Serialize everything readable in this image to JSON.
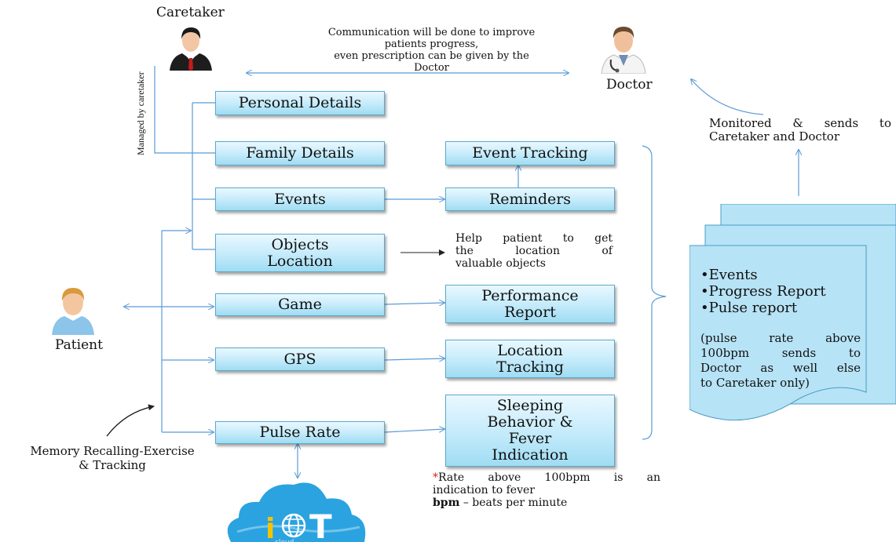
{
  "actors": {
    "caretaker": "Caretaker",
    "doctor": "Doctor",
    "patient": "Patient"
  },
  "communication_note": [
    "Communication will be done to improve",
    "patients progress,",
    "even prescription can be given by the",
    "Doctor"
  ],
  "managed_label": "Managed by caretaker",
  "modules": {
    "personal_details": "Personal Details",
    "family_details": "Family Details",
    "events": "Events",
    "objects_location": [
      "Objects",
      "Location"
    ],
    "game": "Game",
    "gps": "GPS",
    "pulse_rate": "Pulse Rate"
  },
  "outputs": {
    "event_tracking": "Event Tracking",
    "reminders": "Reminders",
    "performance_report": [
      "Performance",
      "Report"
    ],
    "location_tracking": [
      "Location",
      "Tracking"
    ],
    "sleeping": [
      "Sleeping",
      "Behavior &",
      "Fever",
      "Indication"
    ]
  },
  "objects_help": [
    "Help patient to get",
    "the location of",
    "valuable objects"
  ],
  "monitored_note": [
    "Monitored & sends to",
    "Caretaker and Doctor"
  ],
  "report_doc": {
    "bullets": [
      "•Events",
      "•Progress Report",
      "•Pulse report"
    ],
    "note": [
      "(pulse rate above",
      "100bpm sends to",
      "Doctor as well else",
      "to Caretaker only)"
    ]
  },
  "memory_label": [
    "Memory Recalling-Exercise",
    "& Tracking"
  ],
  "footnote": {
    "star": "*",
    "line1a": "Rate above 100bpm is an",
    "line1b": "indication to fever",
    "bpm_bold": "bpm",
    "bpm_rest": " – beats per minute"
  },
  "iot_logo": {
    "letters": [
      "i",
      "T"
    ],
    "caption": "cloud"
  },
  "colors": {
    "box_border": "#5aa9c9",
    "connector": "#5b9bd5",
    "doc_fill": "#b7e3f6",
    "cloud": "#2aa3e0",
    "iot_yellow": "#f5c400",
    "star": "#d62020"
  }
}
